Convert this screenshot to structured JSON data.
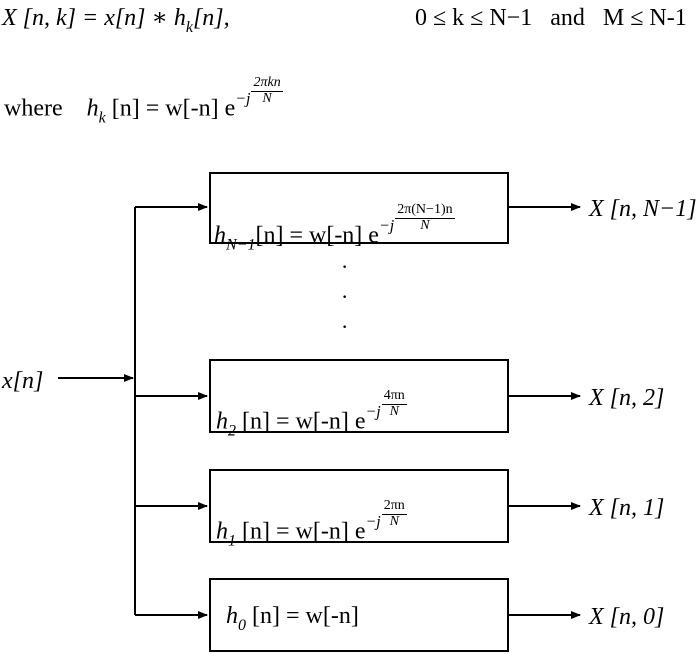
{
  "header": {
    "eq1_lhs": "X [n, k] =",
    "eq1_rhs": "x[n] ∗ h",
    "eq1_sub": "k",
    "eq1_tail": "[n],",
    "eq1_cond": "0 ≤ k ≤ N−1   and   M ≤ N-1",
    "eq2_where": "where",
    "eq2_h": "h",
    "eq2_sub": "k",
    "eq2_body": "[n] = w[-n] e",
    "eq2_exp": "−j",
    "eq2_num": "2πkn",
    "eq2_den": "N"
  },
  "input_label": "x[n]",
  "filters": [
    {
      "h": "h",
      "sub": "N−1",
      "body": "[n] = w[-n] e",
      "exp": "−j",
      "num": "2π(N−1)n",
      "den": "N",
      "output": "X [n, N−1]"
    },
    {
      "h": "h",
      "sub": "2",
      "body": " [n] = w[-n] e",
      "exp": "−j",
      "num": "4πn",
      "den": "N",
      "output": "X [n, 2]"
    },
    {
      "h": "h",
      "sub": "1",
      "body": " [n] = w[-n] e",
      "exp": "−j",
      "num": "2πn",
      "den": "N",
      "output": "X [n, 1]"
    },
    {
      "h": "h",
      "sub": "0",
      "body": " [n] = w[-n]",
      "exp": "",
      "num": "",
      "den": "",
      "output": "X [n, 0]"
    }
  ],
  "ellipsis": "·"
}
